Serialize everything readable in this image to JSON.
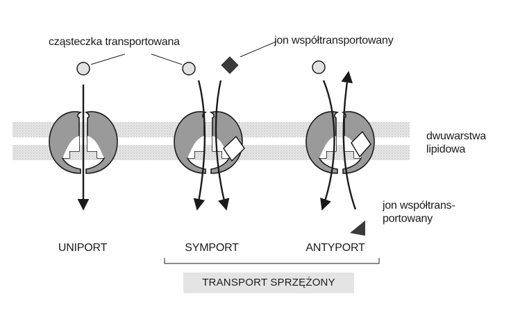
{
  "labels": {
    "transported_molecule": "cząsteczka transportowana",
    "cotransported_ion_top": "jon współtransportowany",
    "lipid_bilayer_line1": "dwuwarstwa",
    "lipid_bilayer_line2": "lipidowa",
    "cotransported_ion_bottom_line1": "jon współtrans-",
    "cotransported_ion_bottom_line2": "portowany"
  },
  "modes": {
    "uniport": "UNIPORT",
    "symport": "SYMPORT",
    "antiport": "ANTYPORT"
  },
  "coupled_transport": "TRANSPORT SPRZĘŻONY",
  "colors": {
    "ink": "#1a1a1a",
    "protein_fill": "#9a9a9a",
    "membrane": "#d9d9d9",
    "molecule_fill": "#e2e2e2",
    "ion_fill": "#3a3a3a",
    "caption_box": "#e4e4e4"
  }
}
